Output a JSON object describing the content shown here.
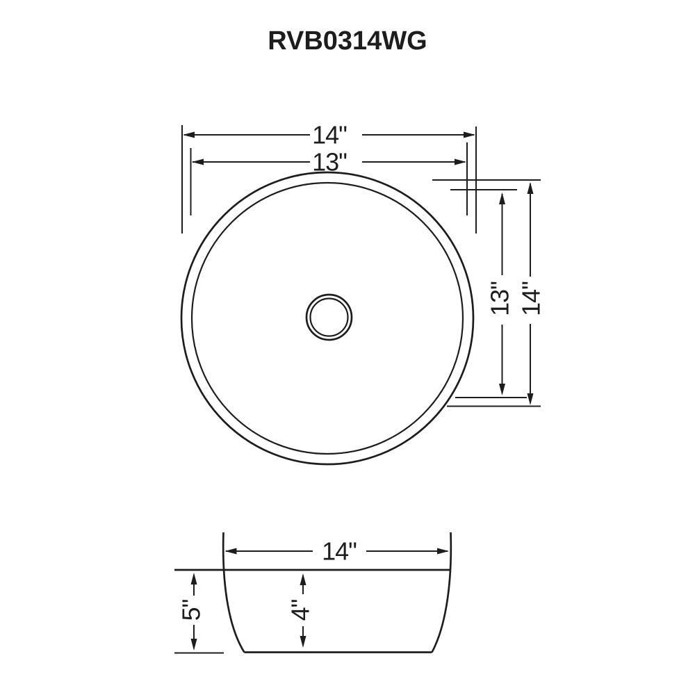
{
  "title": "RVB0314WG",
  "colors": {
    "ink": "#1d1d1d",
    "background": "#ffffff"
  },
  "top_view": {
    "outer_width": "14\"",
    "inner_width": "13\"",
    "inner_height": "13\"",
    "outer_height": "14\""
  },
  "side_view": {
    "width": "14\"",
    "overall_height": "5\"",
    "basin_depth": "4\""
  }
}
